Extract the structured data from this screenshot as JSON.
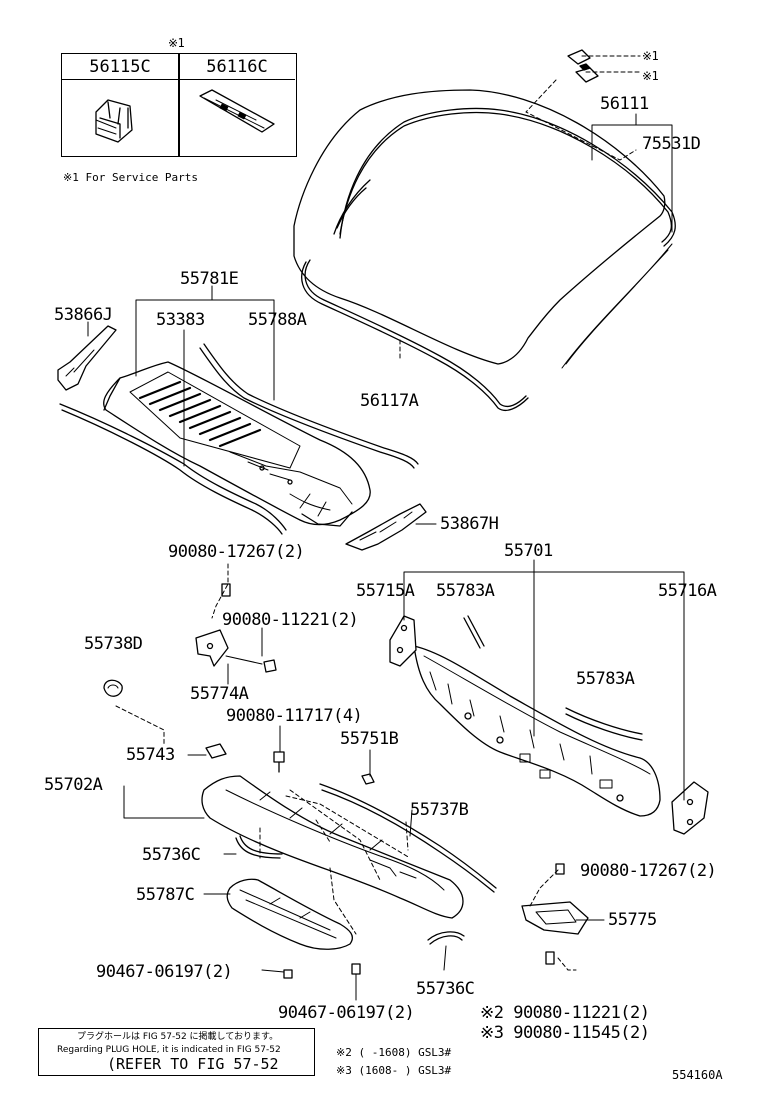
{
  "service_table": {
    "marker": "※1",
    "col1": "56115C",
    "col2": "56116C"
  },
  "service_note": "※1 For Service Parts",
  "callouts": {
    "c56111": "56111",
    "c75531D": "75531D",
    "c56117A": "56117A",
    "c55781E": "55781E",
    "c53866J": "53866J",
    "c53383": "53383",
    "c55788A": "55788A",
    "c53867H": "53867H",
    "c55701": "55701",
    "c90080_17267_a": "90080-17267(2)",
    "c55715A": "55715A",
    "c55783A_a": "55783A",
    "c55716A": "55716A",
    "c90080_11221_a": "90080-11221(2)",
    "c55738D": "55738D",
    "c55774A": "55774A",
    "c55783A_b": "55783A",
    "c90080_11717": "90080-11717(4)",
    "c55751B": "55751B",
    "c55743": "55743",
    "c55702A": "55702A",
    "c55737B": "55737B",
    "c55736C_a": "55736C",
    "c90080_17267_b": "90080-17267(2)",
    "c55787C": "55787C",
    "c55775": "55775",
    "c90467_06197_a": "90467-06197(2)",
    "c55736C_b": "55736C",
    "c90467_06197_b": "90467-06197(2)",
    "c90080_11221_b": "※2 90080-11221(2)",
    "c90080_11545": "※3 90080-11545(2)"
  },
  "clip_marks": {
    "m1": "※1",
    "m2": "※1"
  },
  "refer_box": {
    "line1": "プラグホールは FIG 57-52 に掲載しております。",
    "line2": "Regarding PLUG HOLE, it is indicated in FIG 57-52",
    "line3": "(REFER TO FIG 57-52"
  },
  "footnotes": {
    "f2": "※2 (      -1608) GSL3#",
    "f3": "※3 (1608-      ) GSL3#"
  },
  "figure_code": "554160A"
}
